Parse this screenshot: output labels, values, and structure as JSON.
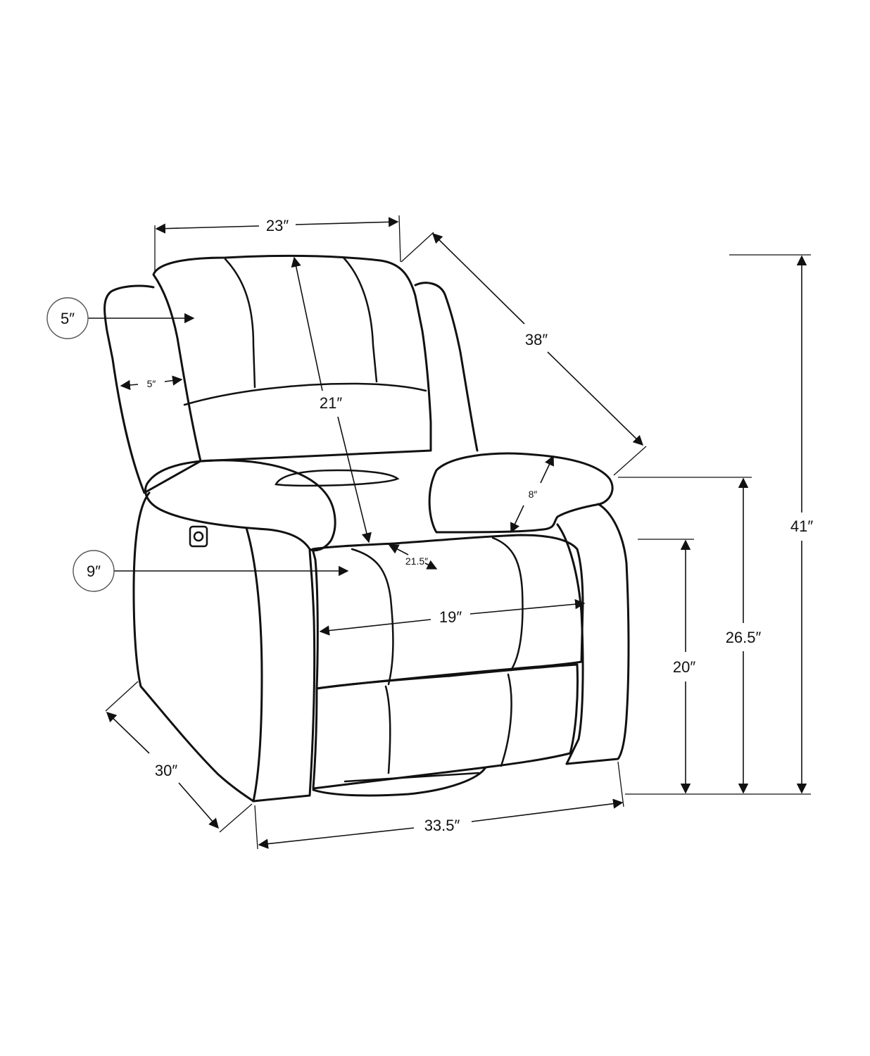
{
  "dimensions": {
    "headrest_width": "23″",
    "backrest_diagonal": "38″",
    "overall_height": "41″",
    "headrest_side_callout": "5″",
    "headrest_side_depth": "5″",
    "back_height": "21″",
    "arm_thickness": "8″",
    "arm_height": "26.5″",
    "seat_depth": "21.5″",
    "arm_callout": "9″",
    "seat_width": "19″",
    "seat_height": "20″",
    "depth": "30″",
    "overall_width": "33.5″"
  },
  "colors": {
    "line": "#111111",
    "background": "#ffffff"
  },
  "icons": {
    "power_button": "power-button-icon"
  }
}
